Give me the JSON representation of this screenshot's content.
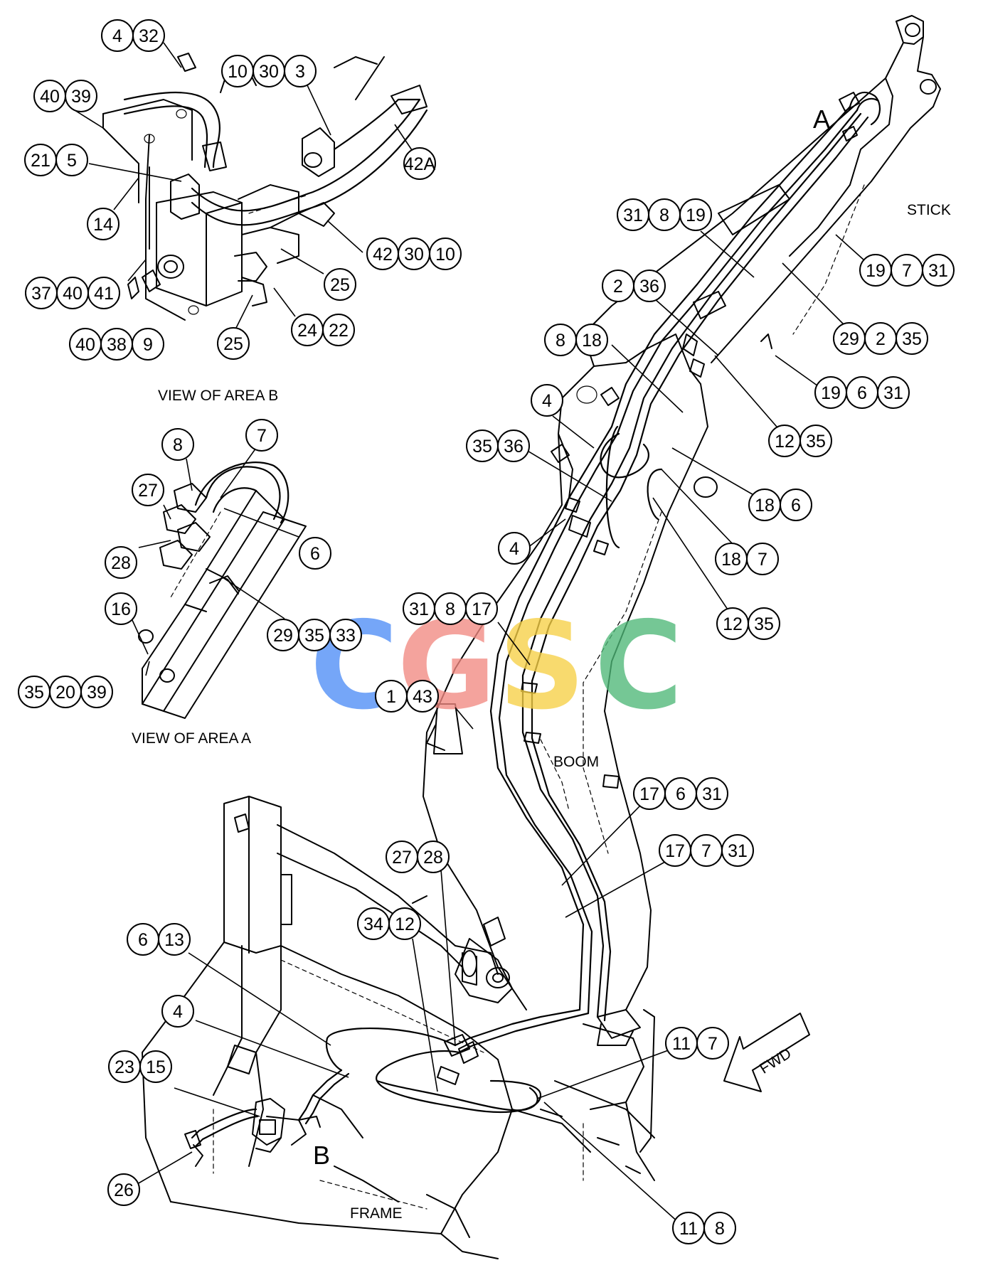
{
  "labels": {
    "view_area_b": "VIEW OF AREA B",
    "view_area_a": "VIEW OF AREA A",
    "stick": "STICK",
    "boom": "BOOM",
    "frame": "FRAME",
    "fwd": "FWD",
    "area_a_marker": "A",
    "area_b_marker": "B"
  },
  "watermark": {
    "letters": [
      "C",
      "G",
      "S",
      "C"
    ],
    "colors": [
      "#4f8ef7",
      "#f28a82",
      "#f7d046",
      "#4fb878"
    ]
  },
  "callouts": [
    [
      "4",
      "32"
    ],
    [
      "10",
      "30",
      "3"
    ],
    [
      "40",
      "39"
    ],
    [
      "21",
      "5"
    ],
    [
      "42A"
    ],
    [
      "14"
    ],
    [
      "42",
      "30",
      "10"
    ],
    [
      "25"
    ],
    [
      "37",
      "40",
      "41"
    ],
    [
      "24",
      "22"
    ],
    [
      "40",
      "38",
      "9"
    ],
    [
      "25"
    ],
    [
      "8"
    ],
    [
      "7"
    ],
    [
      "27"
    ],
    [
      "6"
    ],
    [
      "28"
    ],
    [
      "16"
    ],
    [
      "29",
      "35",
      "33"
    ],
    [
      "35",
      "20",
      "39"
    ],
    [
      "31",
      "8",
      "19"
    ],
    [
      "19",
      "7",
      "31"
    ],
    [
      "2",
      "36"
    ],
    [
      "29",
      "2",
      "35"
    ],
    [
      "8",
      "18"
    ],
    [
      "19",
      "6",
      "31"
    ],
    [
      "4"
    ],
    [
      "12",
      "35"
    ],
    [
      "35",
      "36"
    ],
    [
      "18",
      "6"
    ],
    [
      "4"
    ],
    [
      "18",
      "7"
    ],
    [
      "12",
      "35"
    ],
    [
      "31",
      "8",
      "17"
    ],
    [
      "1",
      "43"
    ],
    [
      "17",
      "6",
      "31"
    ],
    [
      "17",
      "7",
      "31"
    ],
    [
      "27",
      "28"
    ],
    [
      "34",
      "12"
    ],
    [
      "6",
      "13"
    ],
    [
      "4"
    ],
    [
      "11",
      "7"
    ],
    [
      "23",
      "15"
    ],
    [
      "26"
    ],
    [
      "11",
      "8"
    ]
  ]
}
